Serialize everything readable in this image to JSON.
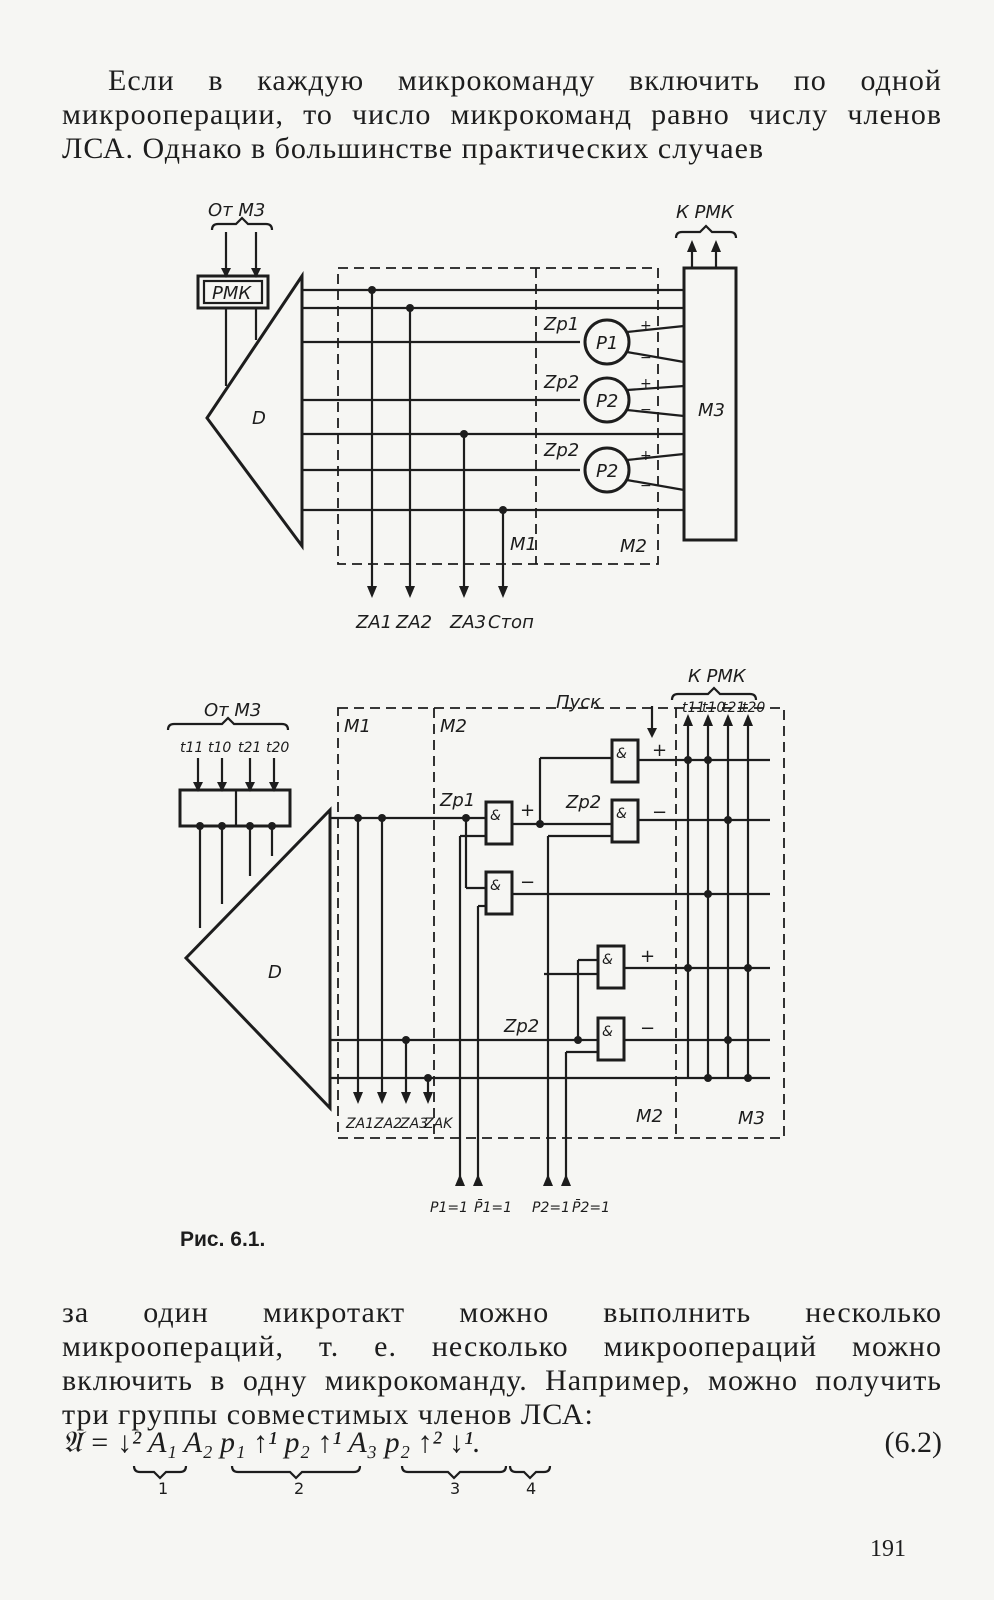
{
  "paragraph_top": "Если в каждую микрокоманду включить по одной микрооперации, то число микрокоманд равно числу членов ЛСА. Однако в большинстве практических случаев",
  "figure_top": {
    "from_label": "От M3",
    "to_label": "К РМК",
    "register_label": "РМК",
    "decoder_label": "D",
    "memory_label": "M3",
    "z_labels": [
      "Zp1",
      "Zp2",
      "Zp2"
    ],
    "p_labels": [
      "P1",
      "P2",
      "P2"
    ],
    "plus": "+",
    "minus": "−",
    "m1_label": "M1",
    "m2_label": "M2",
    "bottom_labels": [
      "ZA1",
      "ZA2",
      "ZA3",
      "Стоп"
    ]
  },
  "figure_bottom": {
    "from_label": "От M3",
    "to_label": "К РМК",
    "start_label": "Пуск",
    "t_inputs": [
      "t11",
      "t10",
      "t21",
      "t20"
    ],
    "t_outputs": [
      "t11",
      "t10",
      "t21",
      "t20"
    ],
    "decoder_label": "D",
    "m1_label": "M1",
    "m2_label": "M2",
    "m2_bottom_label": "M2",
    "m3_label": "M3",
    "gate_label": "&",
    "zp1": "Zp1",
    "zp2": "Zp2",
    "zp2b": "Zp2",
    "plus": "+",
    "minus": "−",
    "za_labels": [
      "ZA1",
      "ZA2",
      "ZA3",
      "ZAK"
    ],
    "p_inputs": [
      "P1=1",
      "P̄1=1",
      "P2=1",
      "P̄2=1"
    ]
  },
  "caption": "Рис. 6.1.",
  "paragraph_bottom": "за один микротакт можно выполнить несколько микроопераций, т. е. несколько микроопераций можно включить в одну микрокоманду. Например, можно получить три группы совместимых членов ЛСА:",
  "formula": {
    "expression": "𝔄 = ↓² A₁ A₂ p₁ ↑¹ p₂ ↑¹ A₃ p₂ ↑² ↓¹.",
    "number": "(6.2)",
    "groups": [
      "1",
      "2",
      "3",
      "4"
    ]
  },
  "page_number": "191"
}
